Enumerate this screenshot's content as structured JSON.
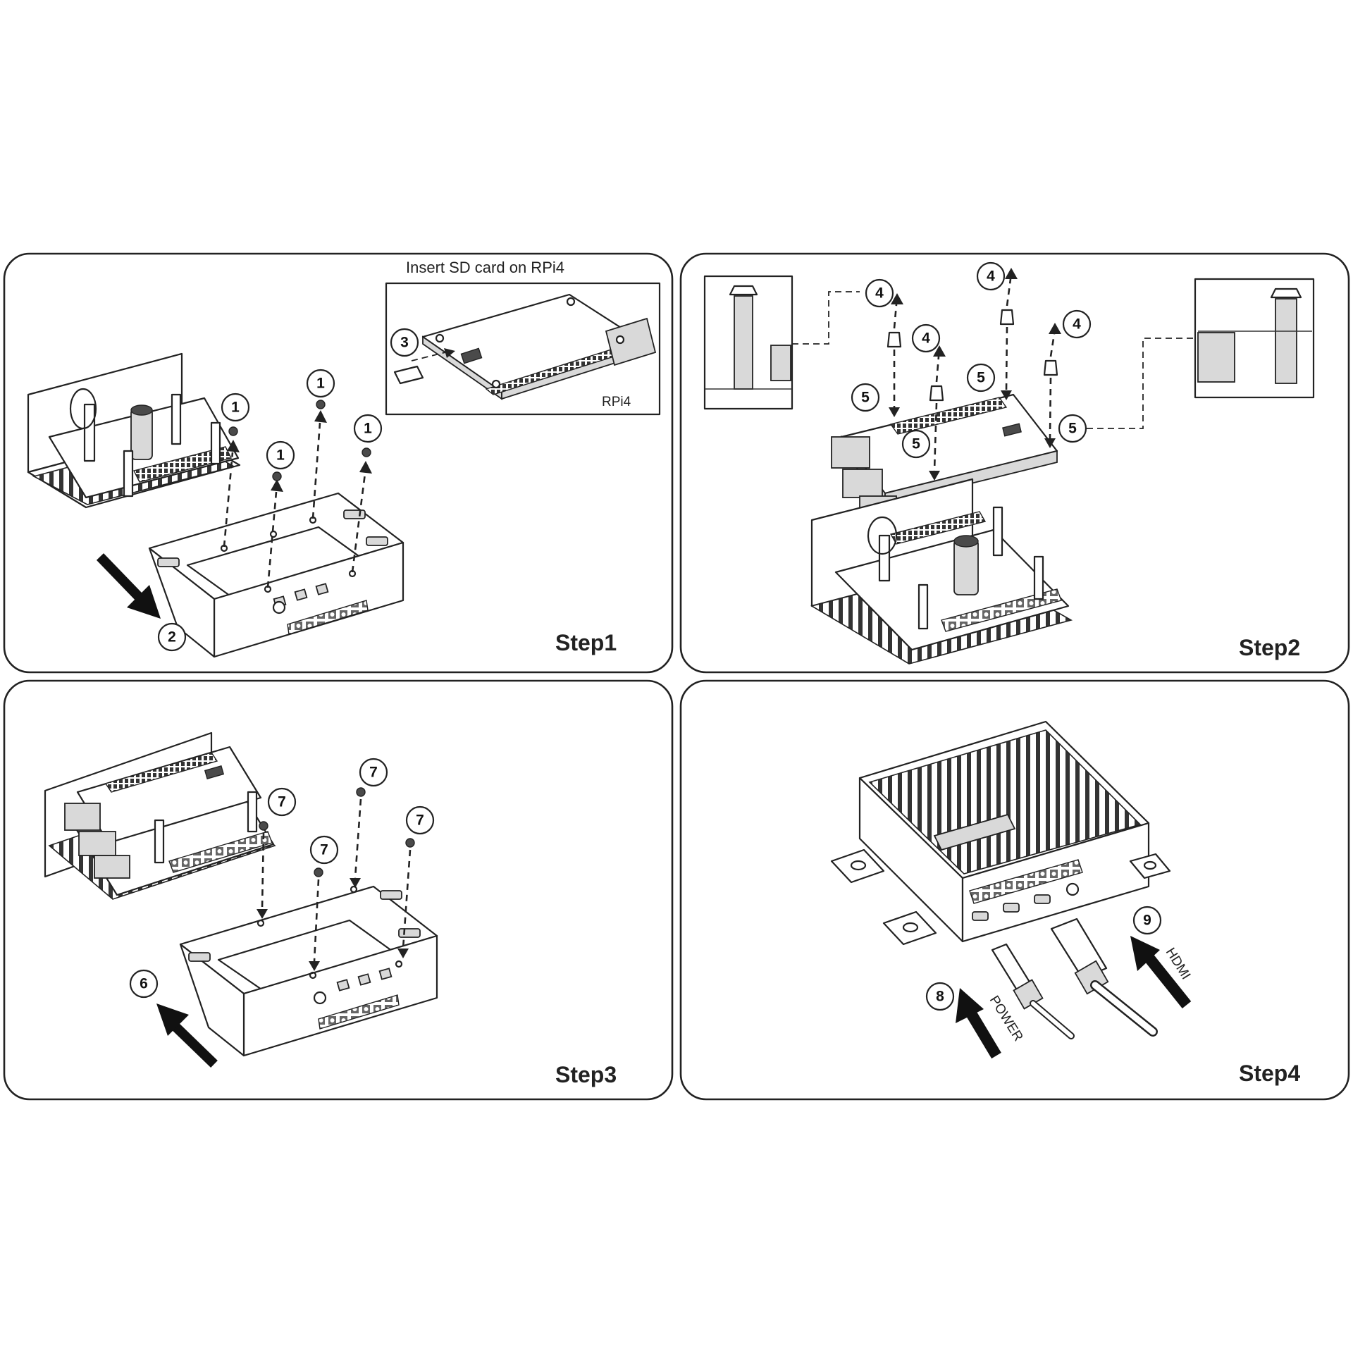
{
  "panels": [
    {
      "title": "Step1"
    },
    {
      "title": "Step2"
    },
    {
      "title": "Step3"
    },
    {
      "title": "Step4"
    }
  ],
  "inset_sd": {
    "caption": "Insert  SD card on RPi4",
    "board_label": "RPi4"
  },
  "callouts": {
    "one": "1",
    "two": "2",
    "three": "3",
    "four": "4",
    "five": "5",
    "six": "6",
    "seven": "7",
    "eight": "8",
    "nine": "9"
  },
  "cables": {
    "power": "POWER",
    "hdmi": "HDMI"
  }
}
